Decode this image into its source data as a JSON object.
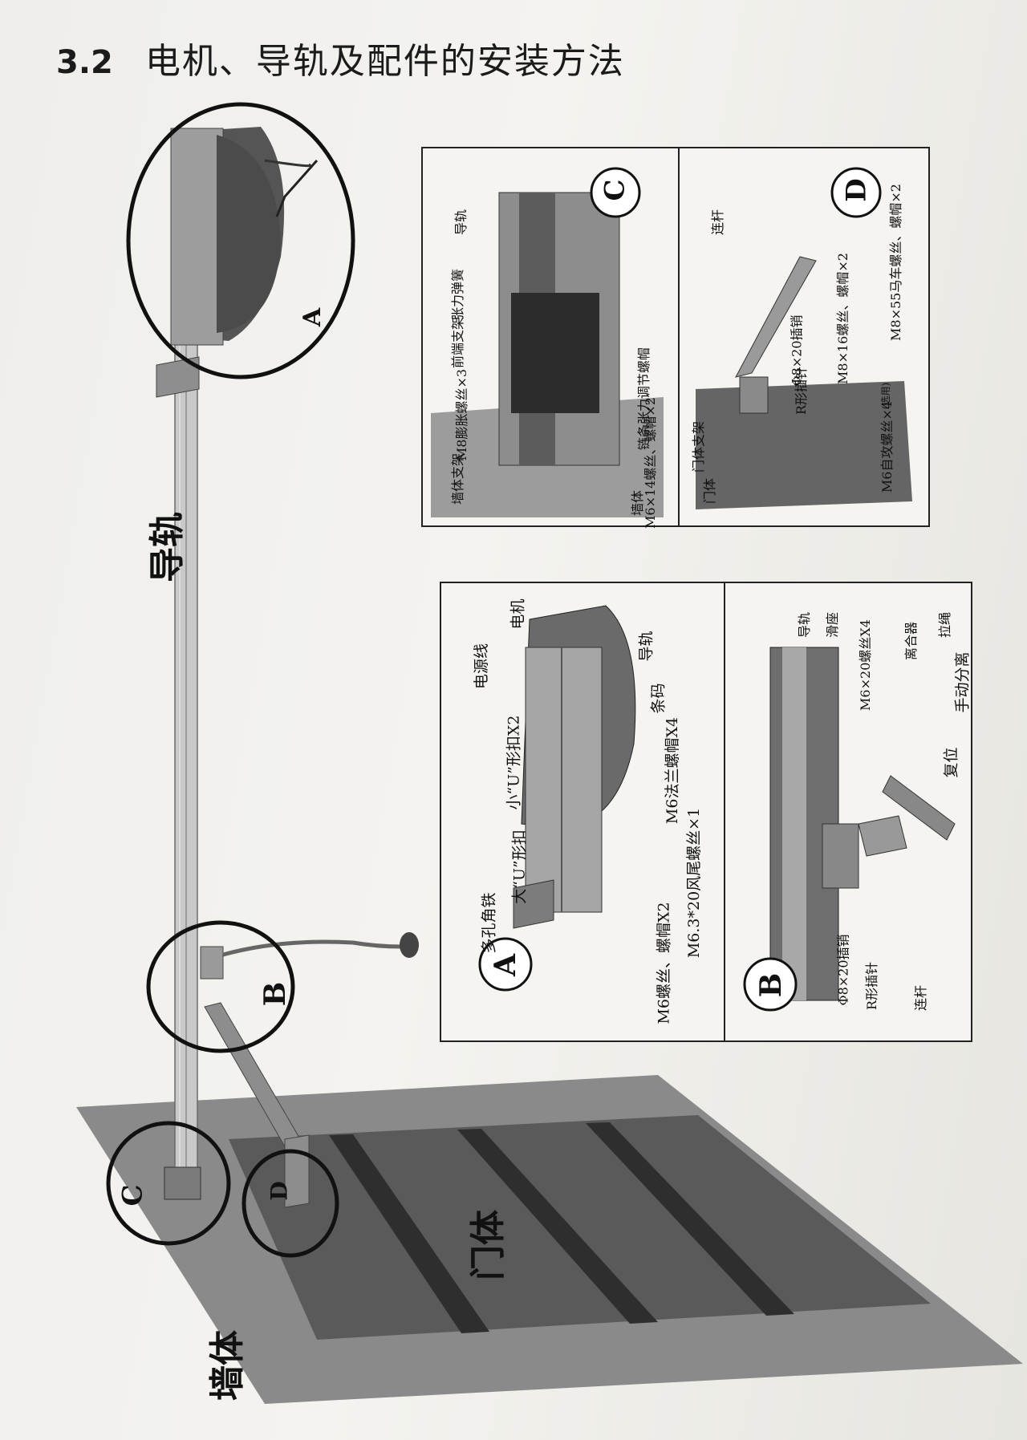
{
  "header": {
    "section_number": "3.2",
    "section_title": "电机、导轨及配件的安装方法"
  },
  "scene": {
    "rail_label": "导轨",
    "door_label": "门体",
    "wall_label": "墙体",
    "circle_a": "A",
    "circle_b": "B",
    "circle_c": "C",
    "circle_d": "D"
  },
  "panel_c": {
    "letter": "C",
    "labels": {
      "rail": "导轨",
      "spring": "张力弹簧",
      "front_bracket": "前端支架",
      "expansion_screw": "M8膨胀螺丝×3",
      "wall_bracket": "墙体支架",
      "tension_nut": "链条张力调节螺帽",
      "screws": "M6×14螺丝、螺帽×2",
      "wall": "墙体"
    }
  },
  "panel_d": {
    "letter": "D",
    "labels": {
      "link_rod": "连杆",
      "bolt_m8x16": "M8×16螺丝、螺帽×2",
      "pin": "Φ8×20插销",
      "r_pin": "R形插针",
      "door_bracket": "门体支架",
      "door": "门体",
      "self_tap": "M6自攻螺丝×4",
      "self_tap_note": "(选用)",
      "carriage_bolt": "M8×55马车螺丝、螺帽×2"
    }
  },
  "panel_a": {
    "letter": "A",
    "labels": {
      "motor": "电机",
      "rail": "导轨",
      "power_cord": "电源线",
      "barcode": "条码",
      "small_u": "小“U”形扣X2",
      "big_u": "大“U”形扣",
      "angle_iron": "多孔角铁",
      "flange_nut": "M6法兰螺帽X4",
      "screws_nuts": "M6螺丝、螺帽X2",
      "tail_screw": "M6.3*20风尾螺丝×1"
    }
  },
  "panel_b": {
    "letter": "B",
    "labels": {
      "rail": "导轨",
      "slider": "滑座",
      "screws": "M6×20螺丝X4",
      "clutch": "离合器",
      "pull_cord": "拉绳",
      "manual_release": "手动分离",
      "reset": "复位",
      "pin": "Φ8×20插销",
      "r_pin": "R形插针",
      "link_rod": "连杆"
    }
  }
}
